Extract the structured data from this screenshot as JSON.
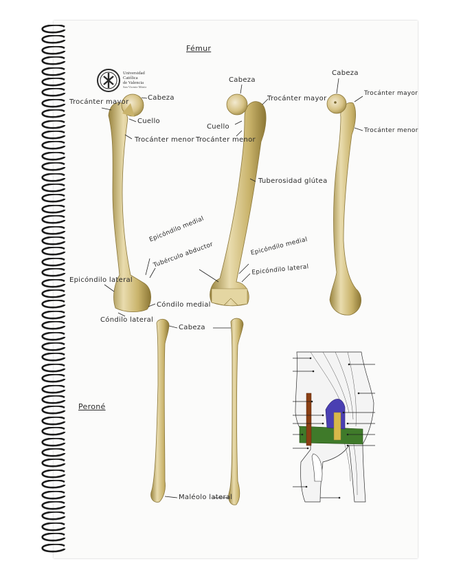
{
  "logo": {
    "line1": "Universidad",
    "line2": "Católica",
    "line3": "de Valencia",
    "line4": "San Vicente Mártir"
  },
  "femur": {
    "title": "Fémur",
    "anterior": {
      "trocanter_mayor": "Trocánter mayor",
      "cabeza": "Cabeza",
      "cuello": "Cuello",
      "trocanter_menor": "Trocánter menor",
      "epicondilo_medial": "Epicóndilo medial",
      "tuberculo_abductor": "Tubérculo abductor",
      "epicondilo_lateral": "Epicóndilo lateral",
      "condilo_medial": "Cóndilo medial",
      "condilo_lateral": "Cóndilo lateral"
    },
    "posterior": {
      "cabeza": "Cabeza",
      "trocanter_mayor": "Trocánter mayor",
      "cuello": "Cuello",
      "trocanter_menor": "Trocánter menor",
      "tuberosidad_glutea": "Tuberosidad glútea",
      "epicondilo_medial": "Epicóndilo medial",
      "epicondilo_lateral": "Epicóndilo lateral"
    },
    "lateral": {
      "cabeza": "Cabeza",
      "trocanter_mayor": "Trocánter mayor",
      "trocanter_menor": "Trocánter menor"
    }
  },
  "perone": {
    "title": "Peroné",
    "cabeza": "Cabeza",
    "maleolo_lateral": "Maléolo lateral"
  },
  "colors": {
    "bone_light": "#e9dcae",
    "bone_mid": "#c9b36b",
    "bone_dark": "#9a8540",
    "ink": "#2a2a2a",
    "coil": "#1c1c1c",
    "knee_purple": "#4a3fb2",
    "knee_green": "#3f7a2a",
    "knee_brown": "#8a3f14",
    "knee_yellow": "#d8b84a"
  }
}
